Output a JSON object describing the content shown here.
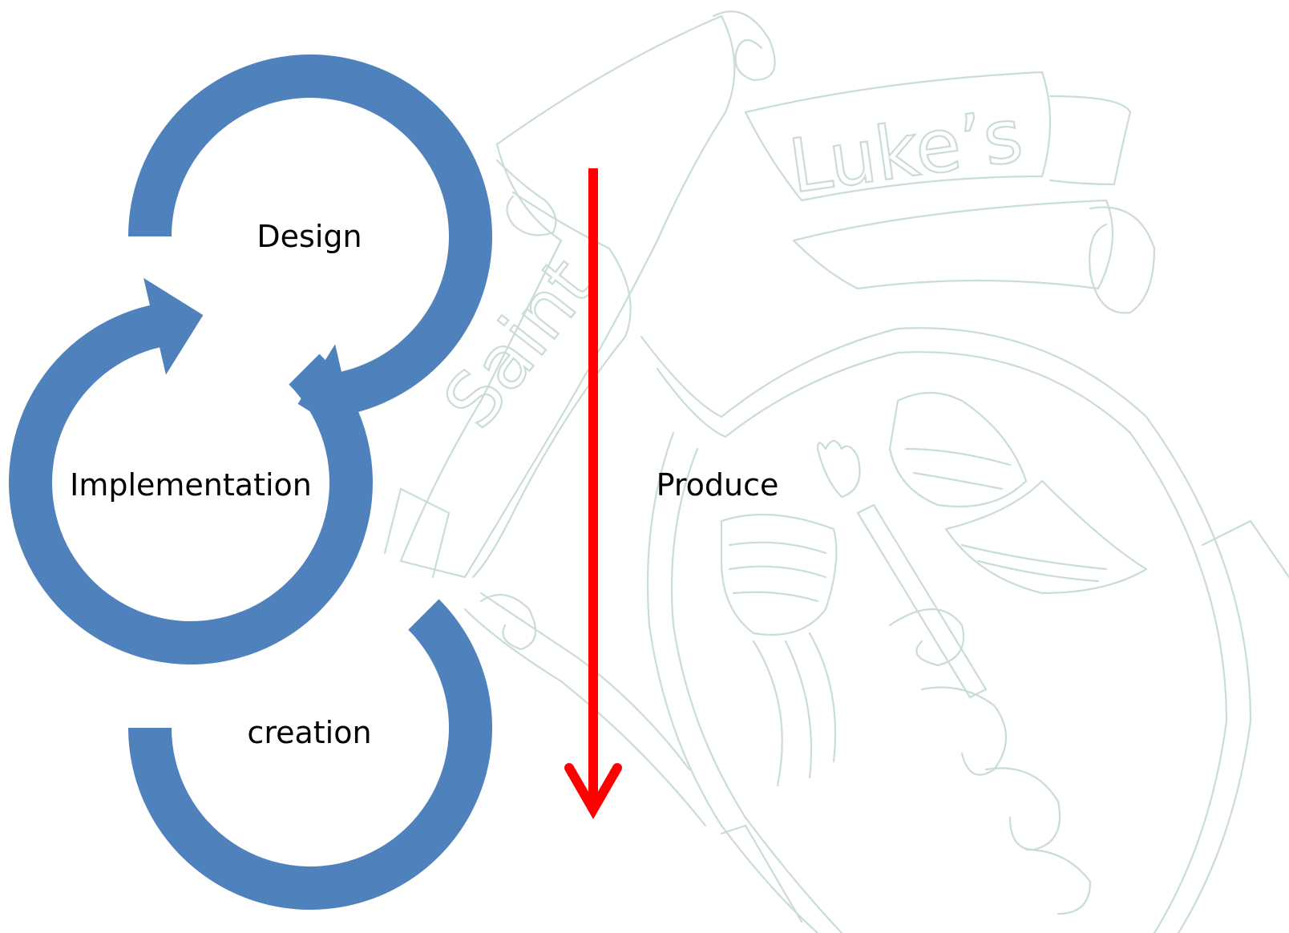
{
  "diagram": {
    "stages": [
      {
        "label": "Design"
      },
      {
        "label": "Implementation"
      },
      {
        "label": "creation"
      }
    ],
    "flow_label": "Produce"
  },
  "watermark": {
    "kind": "crest",
    "words": [
      "Saint",
      "Luke’s"
    ]
  },
  "colors": {
    "cycle_arrow": "#4f81bd",
    "flow_arrow": "#ff0000",
    "watermark": "#c9dcd6",
    "text": "#000000",
    "background": "#ffffff"
  }
}
